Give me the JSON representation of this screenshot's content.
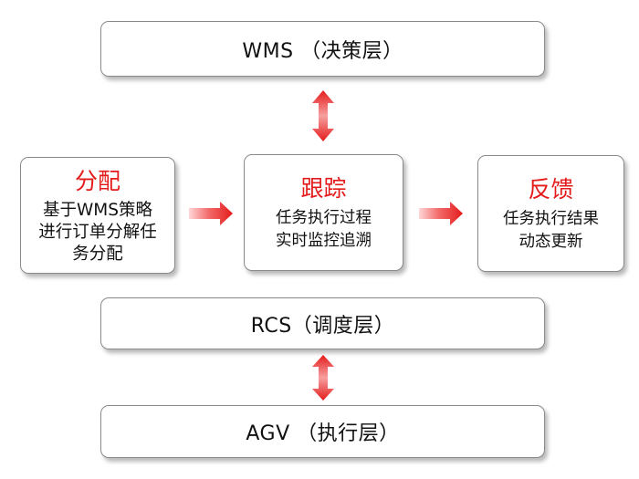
{
  "layers": {
    "wms": "WMS （决策层）",
    "rcs": "RCS（调度层）",
    "agv": "AGV （执行层）"
  },
  "steps": [
    {
      "title": "分配",
      "desc": [
        "基于WMS策略",
        "进行订单分解任",
        "务分配"
      ]
    },
    {
      "title": "跟踪",
      "desc": [
        "任务执行过程",
        "实时监控追溯"
      ]
    },
    {
      "title": "反馈",
      "desc": [
        "任务执行结果",
        "动态更新"
      ]
    }
  ],
  "colors": {
    "accent_red": "#e41b1b",
    "arrow_red": "#e41b1b",
    "border": "#8a8a8a",
    "text": "#111111"
  }
}
